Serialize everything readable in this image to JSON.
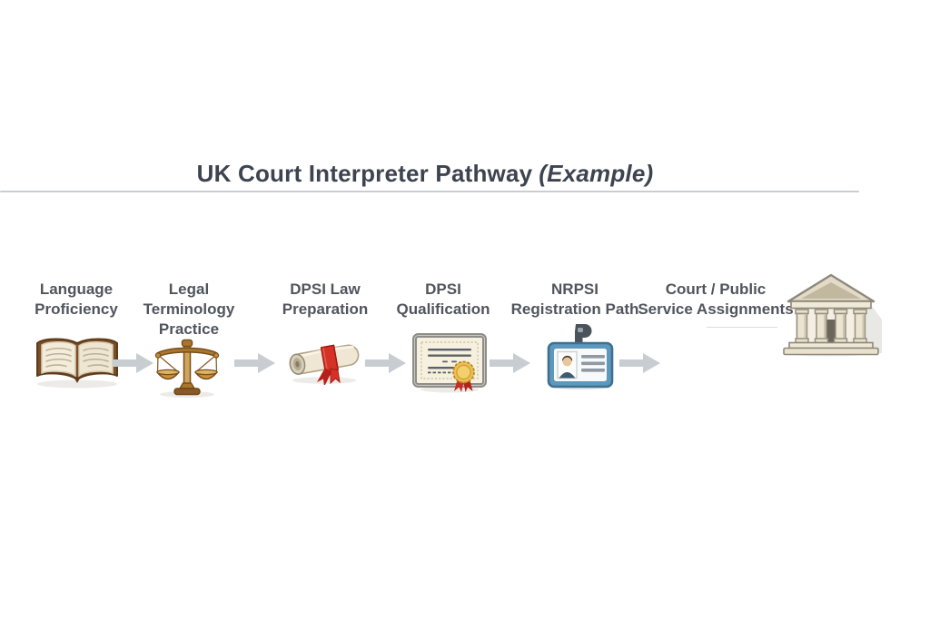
{
  "title": {
    "main": "UK Court Interpreter Pathway",
    "suffix": "(Example)"
  },
  "steps": [
    {
      "label": "Language\nProficiency",
      "icon": "open-book-icon"
    },
    {
      "label": "Legal\nTerminology\nPractice",
      "icon": "scales-of-justice-icon"
    },
    {
      "label": "DPSI Law\nPreparation",
      "icon": "diploma-scroll-icon"
    },
    {
      "label": "DPSI\nQualification",
      "icon": "certificate-icon"
    },
    {
      "label": "NRPSI\nRegistration Path",
      "icon": "id-badge-icon"
    },
    {
      "label": "Court / Public\nService Assignments",
      "icon": "courthouse-icon"
    }
  ],
  "colors": {
    "title_text": "#3d4450",
    "step_text": "#50555d",
    "divider": "#c9ccd1",
    "arrow": "#c8cdd2",
    "background": "#ffffff"
  }
}
